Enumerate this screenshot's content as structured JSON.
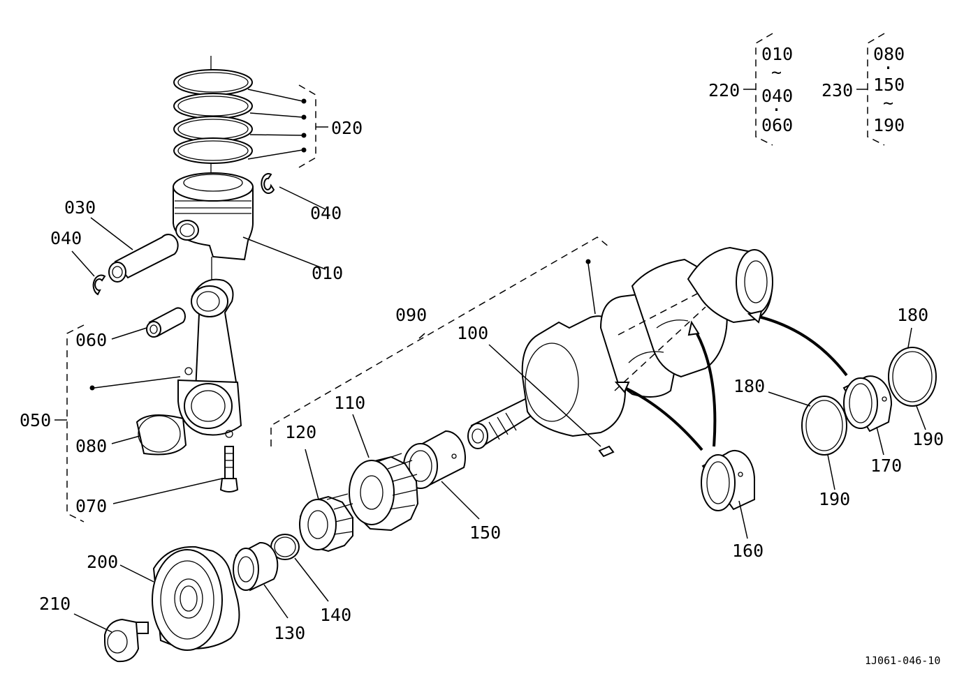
{
  "parts": {
    "p010": "010",
    "p020": "020",
    "p030": "030",
    "p040a": "040",
    "p040b": "040",
    "p050": "050",
    "p060": "060",
    "p070": "070",
    "p080": "080",
    "p090": "090",
    "p100": "100",
    "p110": "110",
    "p120": "120",
    "p130": "130",
    "p140": "140",
    "p150": "150",
    "p160": "160",
    "p170": "170",
    "p180a": "180",
    "p180b": "180",
    "p190a": "190",
    "p190b": "190",
    "p200": "200",
    "p210": "210"
  },
  "sets": {
    "s220": {
      "label": "220",
      "items": [
        "010",
        "~",
        "040",
        "·",
        "060"
      ]
    },
    "s230": {
      "label": "230",
      "items": [
        "080",
        "·",
        "150",
        "~",
        "190"
      ]
    }
  },
  "drawing_ref": "1J061-046-10"
}
